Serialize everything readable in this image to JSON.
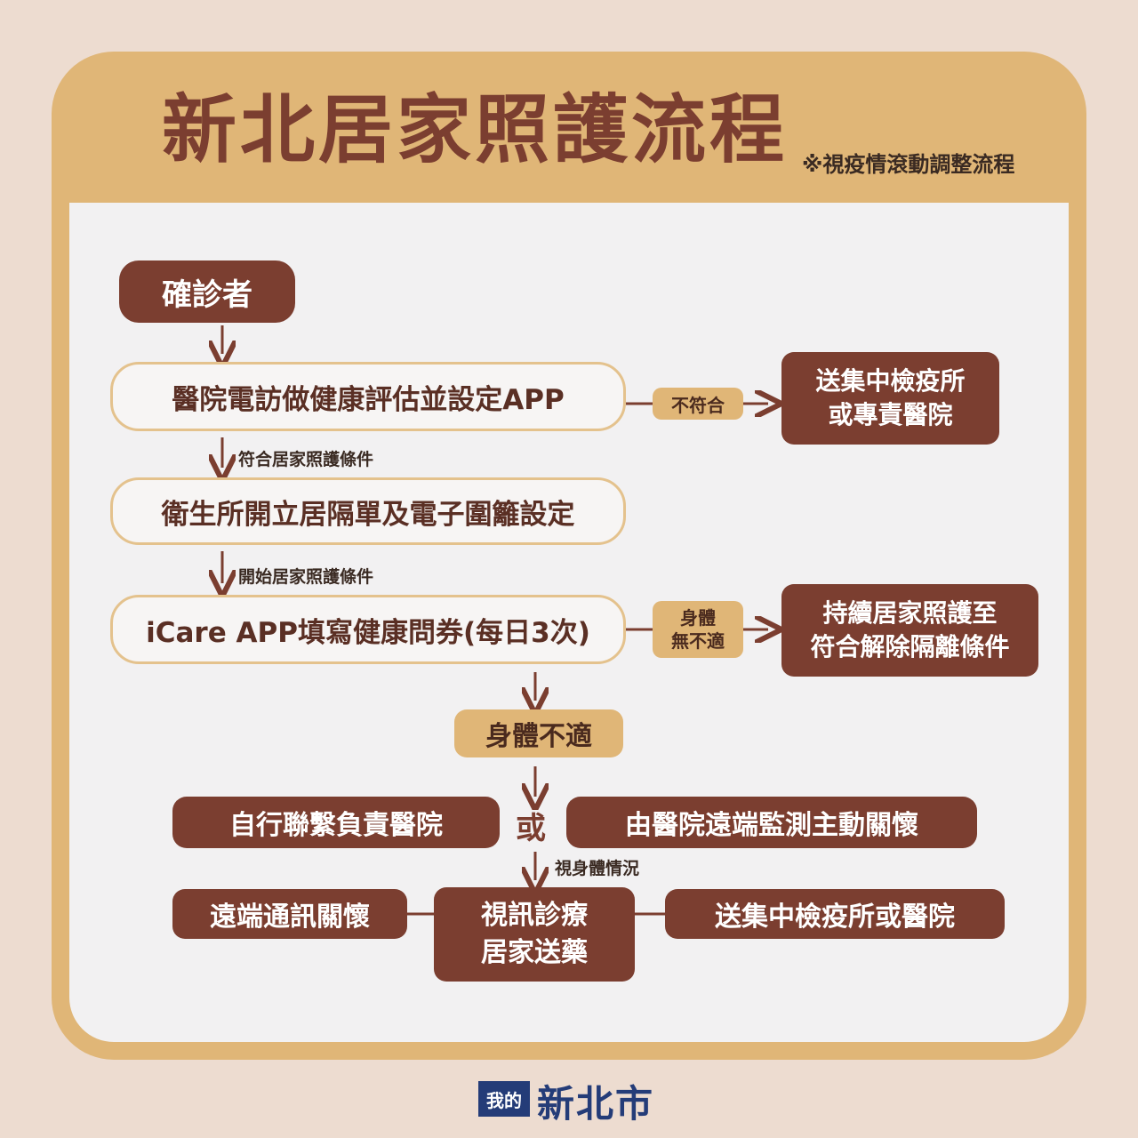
{
  "header": {
    "title": "新北居家照護流程",
    "note": "※視疫情滾動調整流程"
  },
  "flow": {
    "start": "確診者",
    "step1": "醫院電訪做健康評估並設定APP",
    "step1_no_label": "不符合",
    "step1_no_result": [
      "送集中檢疫所",
      "或專責醫院"
    ],
    "step1_yes_label": "符合居家照護條件",
    "step2": "衛生所開立居隔單及電子圍籬設定",
    "step2_next_label": "開始居家照護條件",
    "step3": "iCare APP填寫健康問券(每日3次)",
    "step3_ok_label": [
      "身體",
      "無不適"
    ],
    "step3_ok_result": [
      "持續居家照護至",
      "符合解除隔離條件"
    ],
    "unwell": "身體不適",
    "option_a": "自行聯繫負責醫院",
    "or": "或",
    "option_b": "由醫院遠端監測主動關懷",
    "depend_label": "視身體情況",
    "final_left": "遠端通訊關懷",
    "final_center": [
      "視訊診療",
      "居家送藥"
    ],
    "final_right": "送集中檢疫所或醫院"
  },
  "footer": {
    "badge": "我的",
    "brand": "新北市"
  },
  "colors": {
    "brown": "#7b3e30",
    "tan": "#e0b677",
    "panel": "#f2f1f2",
    "background": "#eddcd0",
    "brand_blue": "#243c78"
  }
}
